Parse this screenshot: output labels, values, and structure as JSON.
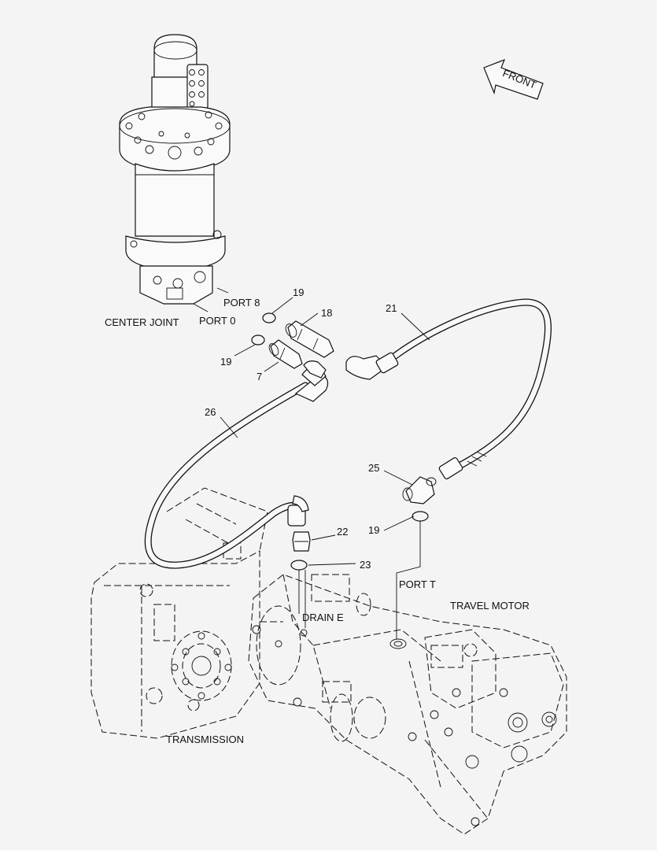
{
  "labels": {
    "center_joint": "CENTER JOINT",
    "port_8": "PORT 8",
    "port_0": "PORT 0",
    "port_t": "PORT  T",
    "drain_e": "DRAIN E",
    "travel_motor": "TRAVEL MOTOR",
    "transmission": "TRANSMISSION",
    "front": "FRONT"
  },
  "callouts": {
    "p7": "7",
    "p18": "18",
    "p19_top": "19",
    "p19_mid": "19",
    "p19_low": "19",
    "p21": "21",
    "p22": "22",
    "p23": "23",
    "p25": "25",
    "p26": "26"
  }
}
